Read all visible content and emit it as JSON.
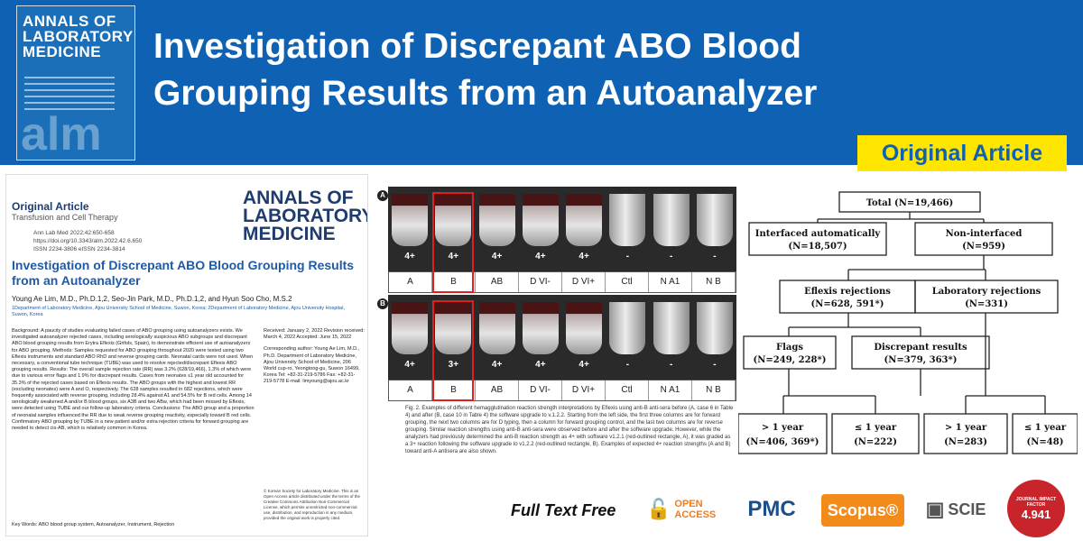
{
  "header": {
    "cover_title": [
      "ANNALS OF",
      "LABORATORY",
      "MEDICINE"
    ],
    "cover_watermark": "alm",
    "title_line1": "Investigation of Discrepant ABO Blood",
    "title_line2": "Grouping Results from an Autoanalyzer",
    "badge": "Original Article",
    "colors": {
      "banner": "#0f62b3",
      "badge_bg": "#ffe600"
    }
  },
  "paper": {
    "label": "Original Article",
    "category": "Transfusion and Cell Therapy",
    "meta": [
      "Ann Lab Med 2022;42:650-658",
      "https://doi.org/10.3343/alm.2022.42.6.650",
      "ISSN 2234-3806   eISSN 2234-3814"
    ],
    "logo": [
      "ANNALS OF",
      "LABORATORY",
      "MEDICINE"
    ],
    "title": "Investigation of Discrepant ABO Blood Grouping Results from an Autoanalyzer",
    "authors": "Young Ae Lim, M.D., Ph.D.1,2, Seo-Jin Park, M.D., Ph.D.1,2, and Hyun Soo Cho, M.S.2",
    "affiliation": "1Department of Laboratory Medicine, Ajou University School of Medicine, Suwon, Korea; 2Department of Laboratory Medicine, Ajou University Hospital, Suwon, Korea",
    "abstract": "Background: A paucity of studies evaluating failed cases of ABO grouping using autoanalyzers exists. We investigated autoanalyzer rejected cases, including serologically suspicious ABO subgroups and discrepant ABO blood grouping results from Erytra Eflexis (Grifols, Spain), to demonstrate efficient use of autoanalyzers for ABO grouping. Methods: Samples requested for ABO grouping throughout 2020 were tested using two Eflexis instruments and standard ABO RhD and reverse grouping cards. Neonatal cards were not used. When necessary, a conventional tube technique (TUBE) was used to resolve rejected/discrepant Eflexis ABO grouping results. Results: The overall sample rejection rate (RR) was 3.2% (628/19,466), 1.3% of which were due to various error flags and 1.9% for discrepant results. Cases from neonates ≤1 year old accounted for 35.3% of the rejected cases based on Eflexis results. The ABO groups with the highest and lowest RR (excluding neonates) were A and O, respectively. The 628 samples resulted in 682 rejections, which were frequently associated with reverse grouping, including 28.4% against A1 and 54.5% for B red cells. Among 14 serologically weakened A and/or B blood groups, six A3B and two ABw, which had been missed by Eflexis, were detected using TUBE and our follow-up laboratory criteria. Conclusions: The ABO group and a proportion of neonatal samples influenced the RR due to weak reverse grouping reactivity, especially toward B red cells. Confirmatory ABO grouping by TUBE in a new patient and/or extra rejection criteria for forward grouping are needed to detect cis-AB, which is relatively common in Korea.",
    "received": "Received: January 2, 2022  Revision received: March 4, 2022  Accepted: June 15, 2022",
    "correspondence": "Corresponding author: Young Ae Lim, M.D., Ph.D. Department of Laboratory Medicine, Ajou University School of Medicine, 206 World cup-ro, Yeongtong-gu, Suwon 16499, Korea Tel: +82-31-219-5786 Fax: +82-31-219-5778 E-mail: limyoung@ajou.ac.kr",
    "license": "© Korean Society for Laboratory Medicine. This is an Open Access article distributed under the terms of the Creative Commons Attribution Non-Commercial License, which permits unrestricted non-commercial use, distribution, and reproduction in any medium, provided the original work is properly cited.",
    "keywords": "Key Words: ABO blood group system, Autoanalyzer, Instrument, Rejection"
  },
  "figure": {
    "row_a_label": "A",
    "row_b_label": "B",
    "row_a_grades": [
      "4+",
      "4+",
      "4+",
      "4+",
      "4+",
      "-",
      "-",
      "-"
    ],
    "row_b_grades": [
      "4+",
      "3+",
      "4+",
      "4+",
      "4+",
      "-",
      "-",
      "-"
    ],
    "columns": [
      "A",
      "B",
      "AB",
      "D VI-",
      "D VI+",
      "Ctl",
      "N A1",
      "N B"
    ],
    "caption": "Fig. 2. Examples of different hemagglutination reaction strength interpretations by Eflexis using anti-B anti-sera before (A, case 6 in Table 4) and after (B, case 10 in Table 4) the software upgrade to v.1.2.2. Starting from the left side, the first three columns are for forward grouping, the next two columns are for D typing, then a column for forward grouping control, and the last two columns are for reverse grouping. Similar reaction strengths using anti-B anti-sera were observed before and after the software upgrade. However, while the analyzers had previously determined the anti-B reaction strength as 4+ with software v1.2.1 (red-outlined rectangle, A), it was graded as a 3+ reaction following the software upgrade to v1.2.2 (red-outlined rectangle, B). Examples of expected 4+ reaction strengths (A and B) toward anti-A antisera are also shown."
  },
  "flow": {
    "total": "Total (N=19,466)",
    "auto_l1": "Interfaced automatically",
    "auto_l2": "(N=18,507)",
    "non_l1": "Non-interfaced",
    "non_l2": "(N=959)",
    "eflexis_l1": "Eflexis rejections",
    "eflexis_l2": "(N=628, 591*)",
    "lab_l1": "Laboratory rejections",
    "lab_l2": "(N=331)",
    "flags_l1": "Flags",
    "flags_l2": "(N=249, 228*)",
    "disc_l1": "Discrepant results",
    "disc_l2": "(N=379, 363*)",
    "b1_l1": "> 1 year",
    "b1_l2": "(N=406, 369*)",
    "b2_l1": "≤ 1 year",
    "b2_l2": "(N=222)",
    "b3_l1": "> 1 year",
    "b3_l2": "(N=283)",
    "b4_l1": "≤ 1 year",
    "b4_l2": "(N=48)"
  },
  "footer": {
    "full_text": "Full Text Free",
    "open_access": "OPEN ACCESS",
    "pmc": "PMC",
    "scopus": "Scopus®",
    "scie": "SCIE",
    "if_label": "JOURNAL IMPACT FACTOR",
    "if_value": "4.941"
  }
}
